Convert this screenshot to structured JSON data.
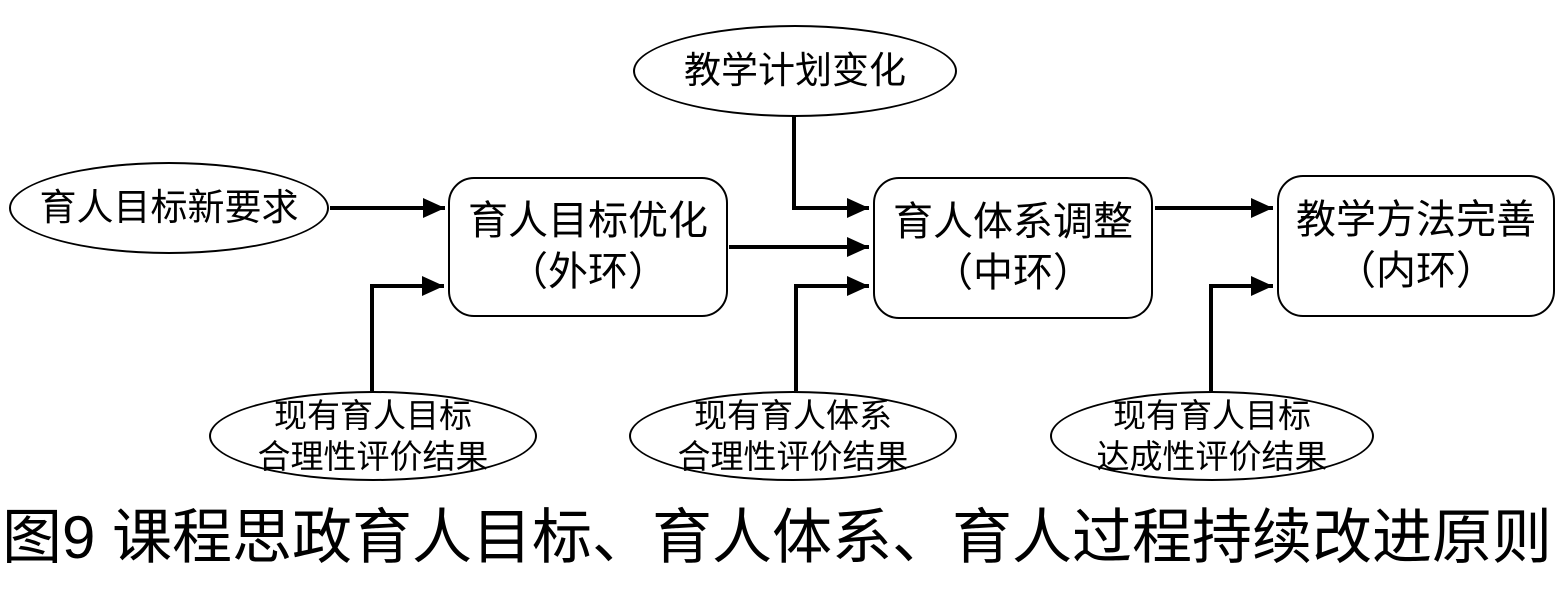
{
  "figure": {
    "caption": "图9 课程思政育人目标、育人体系、育人过程持续改进原则"
  },
  "nodes": {
    "teaching_plan_change": {
      "label": "教学计划变化"
    },
    "new_goal_requirement": {
      "label": "育人目标新要求"
    },
    "goal_optimization": {
      "line1": "育人目标优化",
      "line2": "（外环）"
    },
    "system_adjustment": {
      "line1": "育人体系调整",
      "line2": "（中环）"
    },
    "method_improvement": {
      "line1": "教学方法完善",
      "line2": "（内环）"
    },
    "goal_rationality_eval": {
      "line1": "现有育人目标",
      "line2": "合理性评价结果"
    },
    "system_rationality_eval": {
      "line1": "现有育人体系",
      "line2": "合理性评价结果"
    },
    "goal_attainment_eval": {
      "line1": "现有育人目标",
      "line2": "达成性评价结果"
    }
  },
  "colors": {
    "stroke": "#000000",
    "background": "#ffffff",
    "text": "#000000"
  }
}
